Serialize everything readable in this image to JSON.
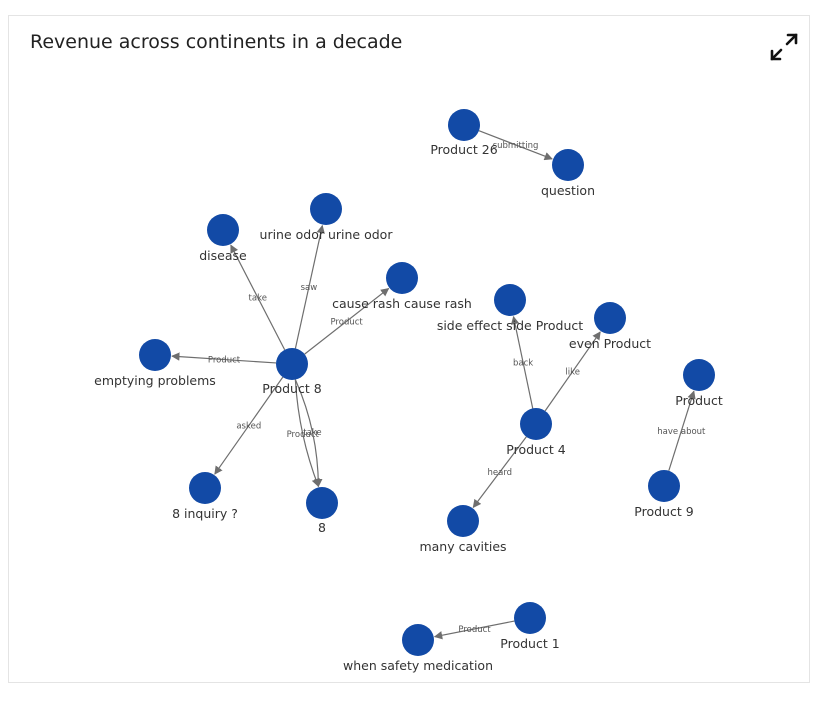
{
  "title": "Revenue across continents in a decade",
  "colors": {
    "node": "#124aa6",
    "edge": "#6e6e6e"
  },
  "icons": {
    "expand": "expand-icon"
  },
  "nodes": [
    {
      "id": "p26",
      "label": "Product 26"
    },
    {
      "id": "question",
      "label": "question"
    },
    {
      "id": "urine",
      "label": "urine odor urine odor"
    },
    {
      "id": "disease",
      "label": "disease"
    },
    {
      "id": "rash",
      "label": "cause rash cause rash"
    },
    {
      "id": "side",
      "label": "side effect side Product"
    },
    {
      "id": "even",
      "label": "even Product"
    },
    {
      "id": "emptying",
      "label": "emptying  problems"
    },
    {
      "id": "p8",
      "label": "Product 8"
    },
    {
      "id": "product",
      "label": "Product"
    },
    {
      "id": "p4",
      "label": "Product 4"
    },
    {
      "id": "inq",
      "label": "8 inquiry ?"
    },
    {
      "id": "n8",
      "label": "8"
    },
    {
      "id": "p9",
      "label": "Product 9"
    },
    {
      "id": "cav",
      "label": "many  cavities"
    },
    {
      "id": "p1",
      "label": "Product 1"
    },
    {
      "id": "safety",
      "label": "when safety medication"
    }
  ],
  "edges": [
    {
      "from": "p26",
      "to": "question",
      "label": "submitting"
    },
    {
      "from": "p8",
      "to": "disease",
      "label": "take"
    },
    {
      "from": "p8",
      "to": "urine",
      "label": "saw"
    },
    {
      "from": "p8",
      "to": "rash",
      "label": "Product"
    },
    {
      "from": "p8",
      "to": "emptying",
      "label": "Product"
    },
    {
      "from": "p8",
      "to": "inq",
      "label": "asked"
    },
    {
      "from": "p8",
      "to": "n8",
      "label": "Product"
    },
    {
      "from": "p8",
      "to": "n8",
      "label": "take"
    },
    {
      "from": "p4",
      "to": "side",
      "label": "back"
    },
    {
      "from": "p4",
      "to": "even",
      "label": "like"
    },
    {
      "from": "p4",
      "to": "cav",
      "label": "heard"
    },
    {
      "from": "p9",
      "to": "product",
      "label": "have about"
    },
    {
      "from": "p1",
      "to": "safety",
      "label": "Product"
    }
  ]
}
